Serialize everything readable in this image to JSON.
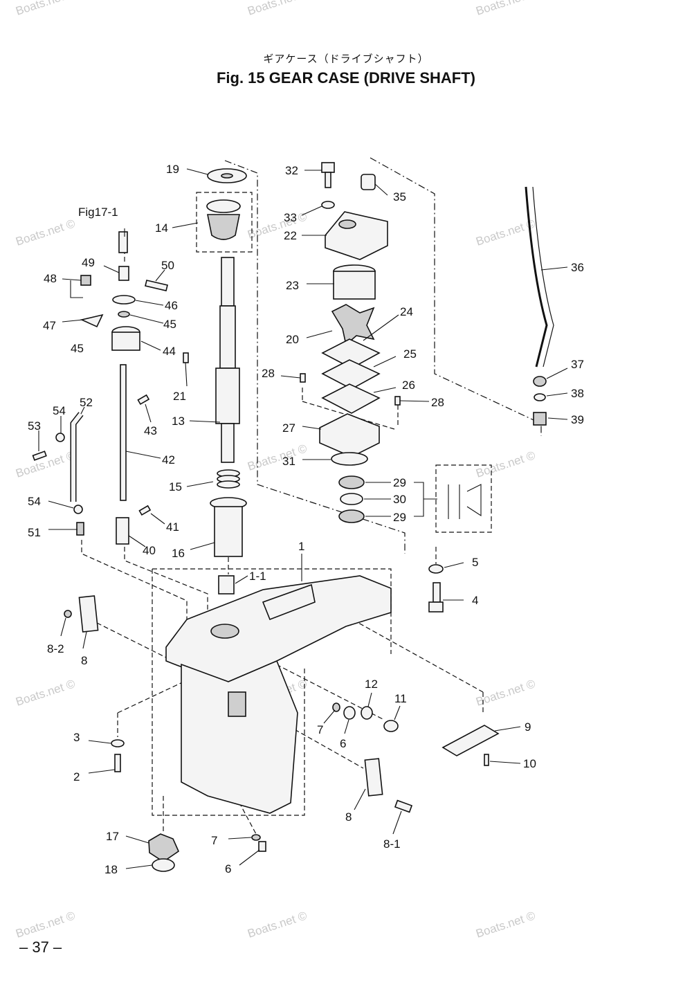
{
  "header": {
    "japanese_title": "ギアケース（ドライブシャフト）",
    "figure_title": "Fig. 15   GEAR CASE   (DRIVE SHAFT)"
  },
  "footer": {
    "page_number": "– 37 –"
  },
  "watermark": {
    "text": "Boats.net ©"
  },
  "callouts": {
    "c1": "1",
    "c1_1": "1-1",
    "c2": "2",
    "c3": "3",
    "c4": "4",
    "c5": "5",
    "c6a": "6",
    "c6b": "6",
    "c7a": "7",
    "c7b": "7",
    "c8a": "8",
    "c8b": "8",
    "c8_1": "8-1",
    "c8_2": "8-2",
    "c9": "9",
    "c10": "10",
    "c11": "11",
    "c12": "12",
    "c13": "13",
    "c14": "14",
    "c15": "15",
    "c16": "16",
    "c17": "17",
    "c18": "18",
    "c19": "19",
    "c20": "20",
    "c21": "21",
    "c22": "22",
    "c23": "23",
    "c24": "24",
    "c25": "25",
    "c26": "26",
    "c27": "27",
    "c28a": "28",
    "c28b": "28",
    "c29a": "29",
    "c29b": "29",
    "c30": "30",
    "c31": "31",
    "c32": "32",
    "c33": "33",
    "c35": "35",
    "c36": "36",
    "c37": "37",
    "c38": "38",
    "c39": "39",
    "c40": "40",
    "c41": "41",
    "c42": "42",
    "c43": "43",
    "c44": "44",
    "c45a": "45",
    "c45b": "45",
    "c46": "46",
    "c47": "47",
    "c48": "48",
    "c49": "49",
    "c50": "50",
    "c51": "51",
    "c52": "52",
    "c53": "53",
    "c54a": "54",
    "c54b": "54",
    "fig_ref": "Fig17-1"
  }
}
